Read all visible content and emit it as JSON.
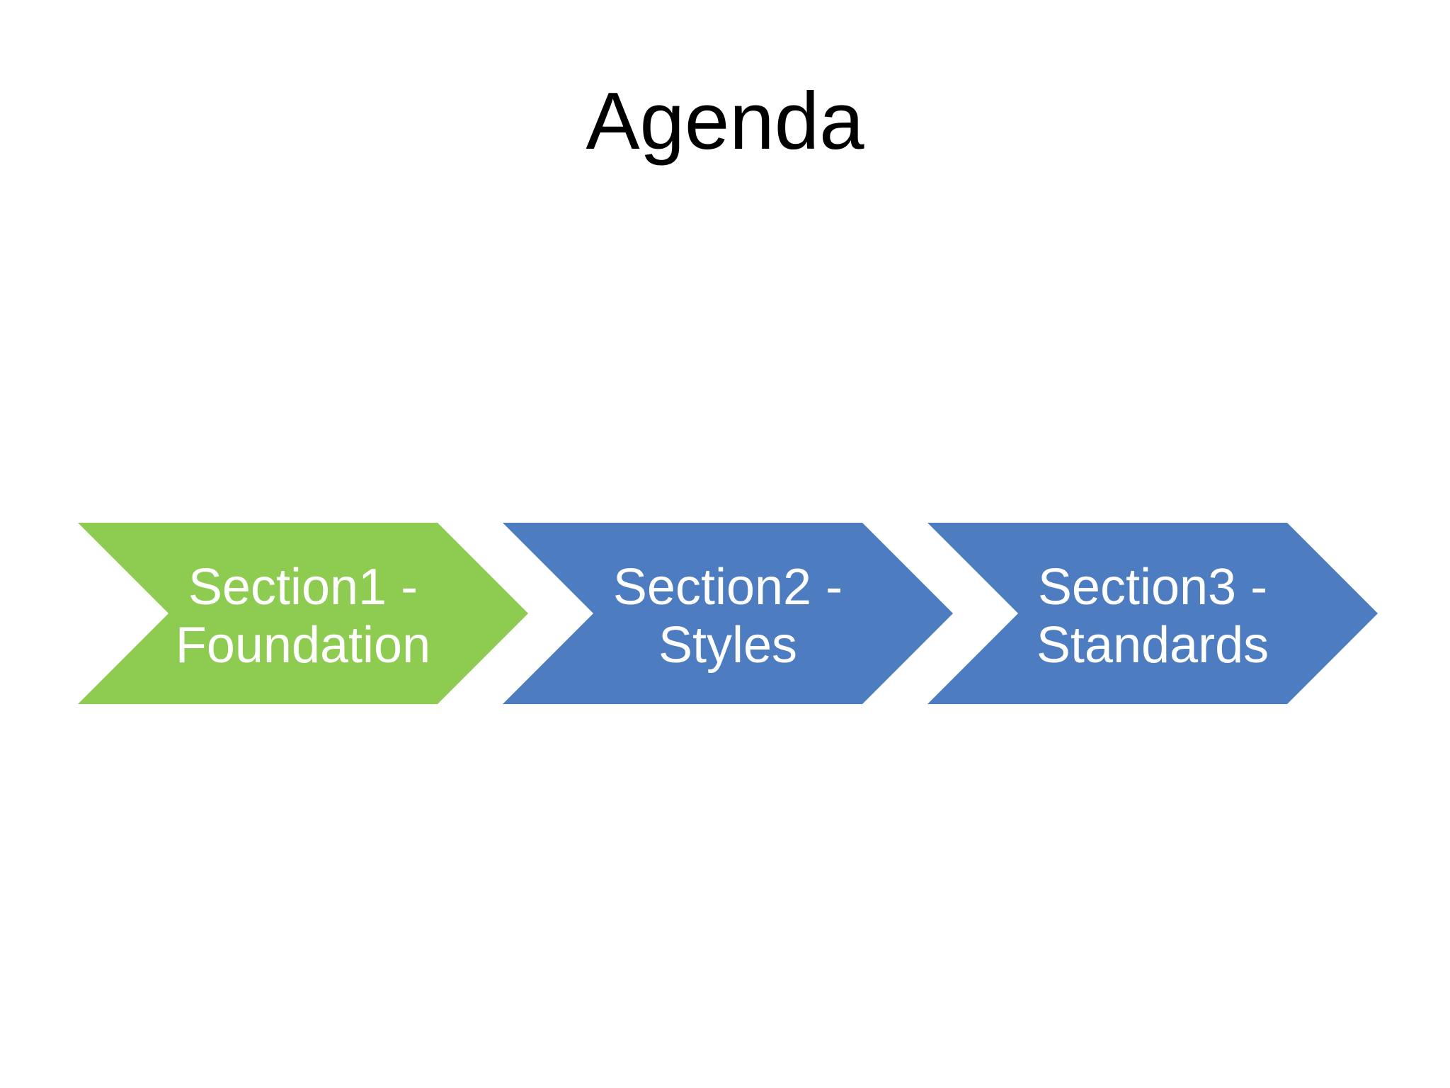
{
  "slide": {
    "title": "Agenda",
    "background": "#FFFFFF",
    "title_color": "#000000",
    "chevrons": [
      {
        "line1": "Section1 -",
        "line2": "Foundation",
        "fill": "#8ECB51",
        "text_color": "#FFFFFF"
      },
      {
        "line1": "Section2 -",
        "line2": "Styles",
        "fill": "#4D7CC0",
        "text_color": "#FFFFFF"
      },
      {
        "line1": "Section3 -",
        "line2": "Standards",
        "fill": "#4D7CC0",
        "text_color": "#FFFFFF"
      }
    ]
  }
}
